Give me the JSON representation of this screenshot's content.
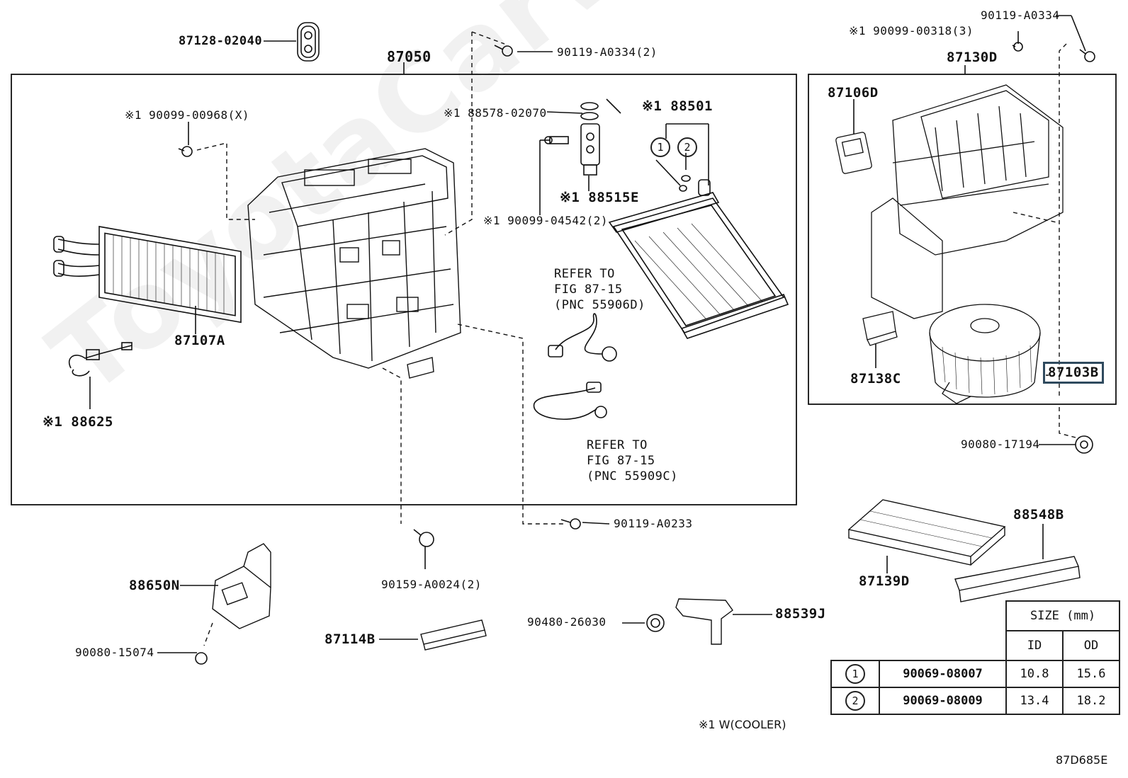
{
  "watermark": "ToyotaCarWiring.ru",
  "labels": {
    "p87128": "87128-02040",
    "p87050": "87050",
    "p90119a": "90119-A0334(2)",
    "p90099_968": "※1 90099-00968(X)",
    "p88578": "※1 88578-02070",
    "p88501": "※1 88501",
    "p88515": "※1 88515E",
    "p90099_4542": "※1 90099-04542(2)",
    "p87107": "87107A",
    "p88625": "※1 88625",
    "p90119b": "90119-A0233",
    "p90159": "90159-A0024(2)",
    "p88650": "88650N",
    "p90080a": "90080-15074",
    "p87114": "87114B",
    "p90480": "90480-26030",
    "p88539": "88539J",
    "p90119c": "90119-A0334",
    "p90099_318": "※1 90099-00318(3)",
    "p87130": "87130D",
    "p87106": "87106D",
    "p87138": "87138C",
    "p87103": "87103B",
    "p90080b": "90080-17194",
    "p87139": "87139D",
    "p88548": "88548B",
    "circle1": "1",
    "circle2": "2"
  },
  "refs": {
    "ref1": "REFER TO\nFIG 87-15\n(PNC 55906D)",
    "ref2": "REFER TO\nFIG 87-15\n(PNC 55909C)"
  },
  "size_table": {
    "header": "SIZE (mm)",
    "col_id": "ID",
    "col_od": "OD",
    "rows": [
      {
        "mark": "1",
        "part": "90069-08007",
        "id": "10.8",
        "od": "15.6"
      },
      {
        "mark": "2",
        "part": "90069-08009",
        "id": "13.4",
        "od": "18.2"
      }
    ]
  },
  "note": "※1 W(COOLER)",
  "figure_code": "87D685E"
}
